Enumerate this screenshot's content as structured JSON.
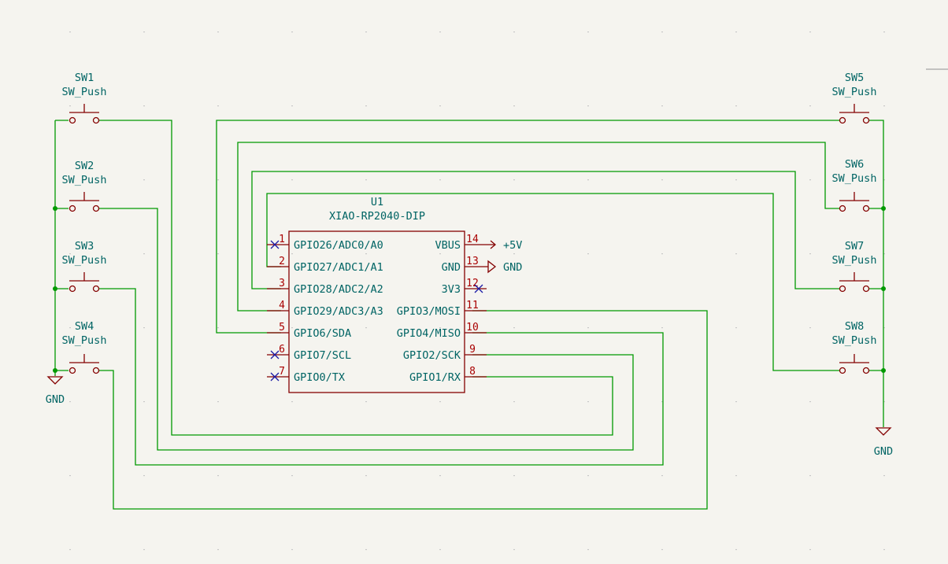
{
  "colors": {
    "background": "#f5f4ef",
    "wire": "#009900",
    "symbol": "#840000",
    "text": "#006464",
    "pin_number": "#a90000",
    "no_connect": "#1a1aa6"
  },
  "switches": [
    {
      "ref": "SW1",
      "value": "SW_Push"
    },
    {
      "ref": "SW2",
      "value": "SW_Push"
    },
    {
      "ref": "SW3",
      "value": "SW_Push"
    },
    {
      "ref": "SW4",
      "value": "SW_Push"
    },
    {
      "ref": "SW5",
      "value": "SW_Push"
    },
    {
      "ref": "SW6",
      "value": "SW_Push"
    },
    {
      "ref": "SW7",
      "value": "SW_Push"
    },
    {
      "ref": "SW8",
      "value": "SW_Push"
    }
  ],
  "u1": {
    "ref": "U1",
    "value": "XIAO-RP2040-DIP",
    "left_pins": [
      {
        "num": "1",
        "name": "GPIO26/ADC0/A0"
      },
      {
        "num": "2",
        "name": "GPIO27/ADC1/A1"
      },
      {
        "num": "3",
        "name": "GPIO28/ADC2/A2"
      },
      {
        "num": "4",
        "name": "GPIO29/ADC3/A3"
      },
      {
        "num": "5",
        "name": "GPIO6/SDA"
      },
      {
        "num": "6",
        "name": "GPIO7/SCL"
      },
      {
        "num": "7",
        "name": "GPIO0/TX"
      }
    ],
    "right_pins": [
      {
        "num": "14",
        "name": "VBUS"
      },
      {
        "num": "13",
        "name": "GND"
      },
      {
        "num": "12",
        "name": "3V3"
      },
      {
        "num": "11",
        "name": "GPIO3/MOSI"
      },
      {
        "num": "10",
        "name": "GPIO4/MISO"
      },
      {
        "num": "9",
        "name": "GPIO2/SCK"
      },
      {
        "num": "8",
        "name": "GPIO1/RX"
      }
    ]
  },
  "power": {
    "vbus_label": "+5V",
    "gnd_u1_label": "GND",
    "gnd_left_label": "GND",
    "gnd_right_label": "GND"
  }
}
